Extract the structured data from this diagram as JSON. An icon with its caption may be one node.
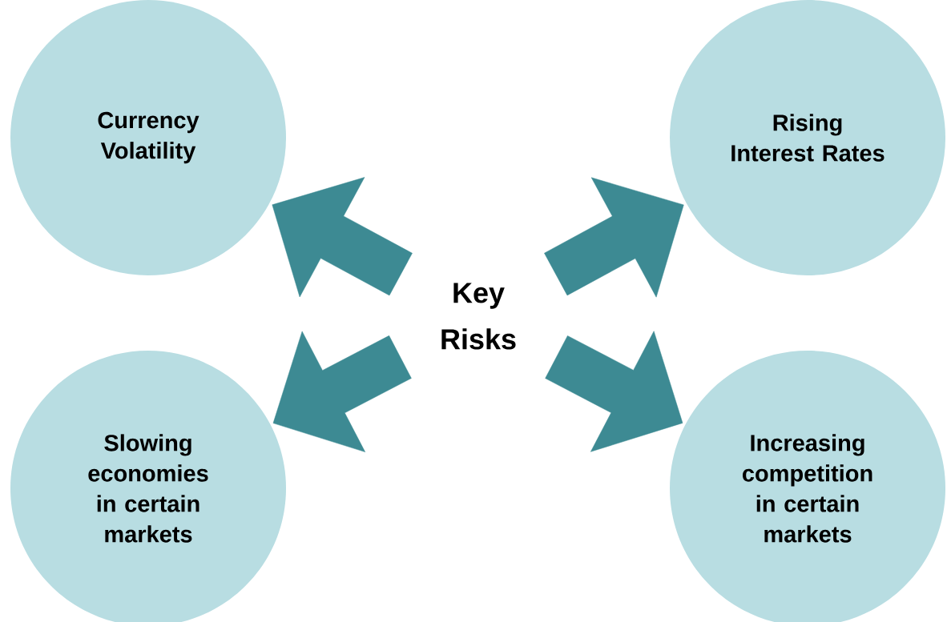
{
  "diagram": {
    "nodes": [
      {
        "text": [
          "Key Risks"
        ]
      },
      {
        "text": [
          "Currency Volatility"
        ]
      },
      {
        "text": [
          "Rising Interest Rates"
        ]
      },
      {
        "text": [
          "Slowing economies in certain markets"
        ]
      },
      {
        "text": [
          "Increasing competition in certain markets"
        ]
      }
    ],
    "edges": [
      {
        "from": 0,
        "to": 1,
        "arrow": "to"
      },
      {
        "from": 0,
        "to": 2,
        "arrow": "to"
      },
      {
        "from": 0,
        "to": 3,
        "arrow": "to"
      },
      {
        "from": 0,
        "to": 4,
        "arrow": "to"
      }
    ]
  }
}
